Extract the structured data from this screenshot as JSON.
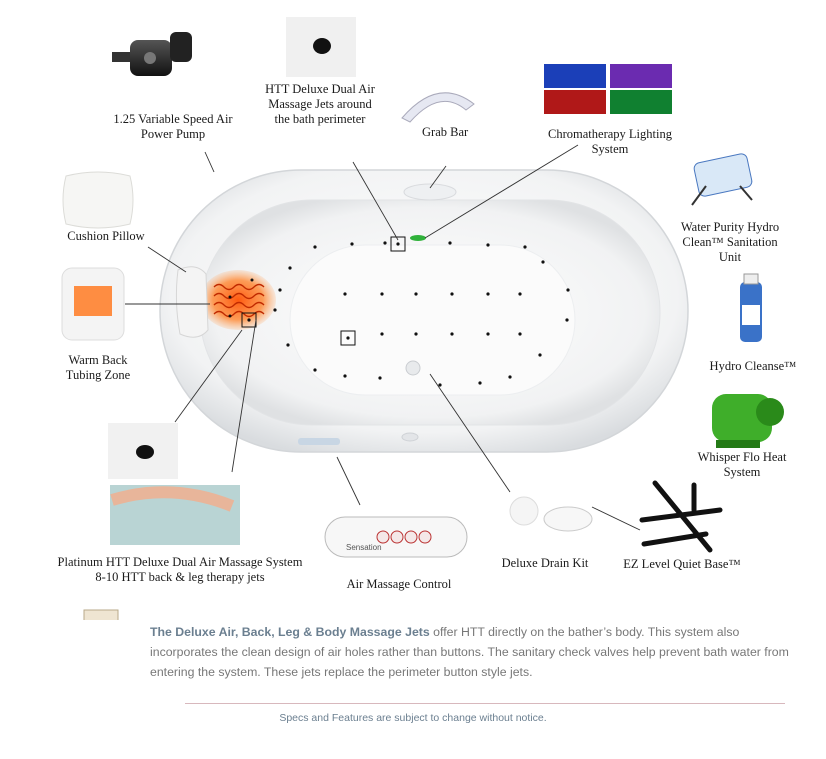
{
  "labels": {
    "pump": "1.25 Variable Speed Air Power Pump",
    "htt_jets": "HTT Deluxe Dual Air Massage Jets around the bath perimeter",
    "grab_bar": "Grab Bar",
    "chromatherapy": "Chromatherapy Lighting System",
    "water_purity": "Water Purity Hydro Clean™ Sanitation Unit",
    "cushion": "Cushion Pillow",
    "warm_back": "Warm Back Tubing Zone",
    "hydro_cleanse": "Hydro Cleanse™",
    "whisper": "Whisper Flo Heat System",
    "platinum": "Platinum HTT Deluxe Dual Air Massage System",
    "platinum_sub": "8-10 HTT back & leg therapy jets",
    "air_control": "Air Massage Control",
    "drain": "Deluxe Drain Kit",
    "ez_base": "EZ Level Quiet Base™",
    "control_brand": "Sensation"
  },
  "description": {
    "bold": "The Deluxe Air, Back, Leg & Body Massage Jets",
    "text": " offer HTT directly on the bather’s body. This system also incorporates the clean design of air holes rather than buttons.  The sanitary check valves help prevent bath water from entering the system. These jets replace the perimeter button style jets."
  },
  "footer_note": "Specs and Features are subject to change without notice.",
  "colors": {
    "accent": "#6b7f90",
    "heat": "#ff6a1a",
    "rule": "#d8b8bd"
  },
  "icons": [
    "air-pump-icon",
    "jet-hole-icon",
    "grab-bar-icon",
    "chromatherapy-lights-icon",
    "sanitation-unit-icon",
    "cushion-pillow-icon",
    "warm-back-icon",
    "bottle-icon",
    "heater-icon",
    "water-jets-photo",
    "control-panel-icon",
    "drain-kit-icon",
    "base-frame-icon",
    "candles-photo"
  ]
}
